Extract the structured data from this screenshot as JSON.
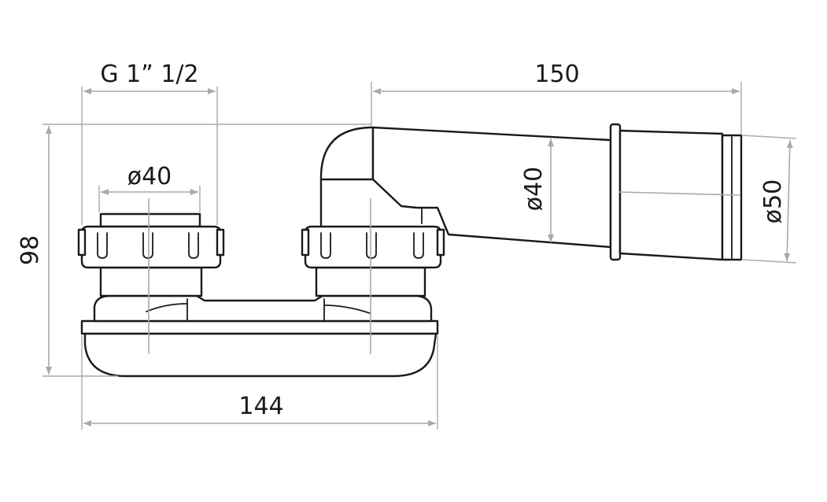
{
  "labels": {
    "thread": "G 1” 1/2",
    "length_outlet": "150",
    "dia_inlet": "ø40",
    "dia_outlet_pipe": "ø40",
    "dia_outlet_end": "ø50",
    "height": "98",
    "width": "144"
  },
  "colors": {
    "line": "#1a1a1a",
    "dimension": "#a9a9a9",
    "background": "#ffffff"
  }
}
